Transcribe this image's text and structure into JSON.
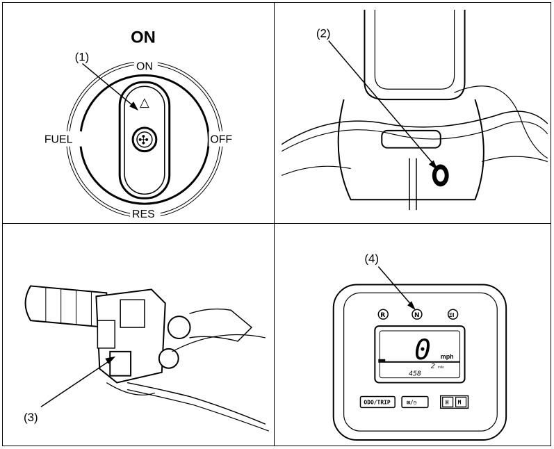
{
  "panel1": {
    "title": "ON",
    "callout": "(1)",
    "labels": {
      "on": "ON",
      "off": "OFF",
      "fuel": "FUEL",
      "res": "RES"
    },
    "arrow_glyph": "△",
    "knob_glyph": "✣"
  },
  "panel2": {
    "callout": "(2)"
  },
  "panel3": {
    "callout": "(3)"
  },
  "panel4": {
    "callout": "(4)",
    "indicators": {
      "reverse": "R",
      "neutral": "N",
      "hi_beam": "ΞI"
    },
    "speed": "0",
    "speed_unit": "mph",
    "odo_small": "2",
    "odo_small_unit": "mile",
    "odo": "458",
    "buttons": {
      "odo_trip": "ODO/TRIP",
      "clock": "⊠/◷",
      "h": "H",
      "m": "M"
    }
  }
}
